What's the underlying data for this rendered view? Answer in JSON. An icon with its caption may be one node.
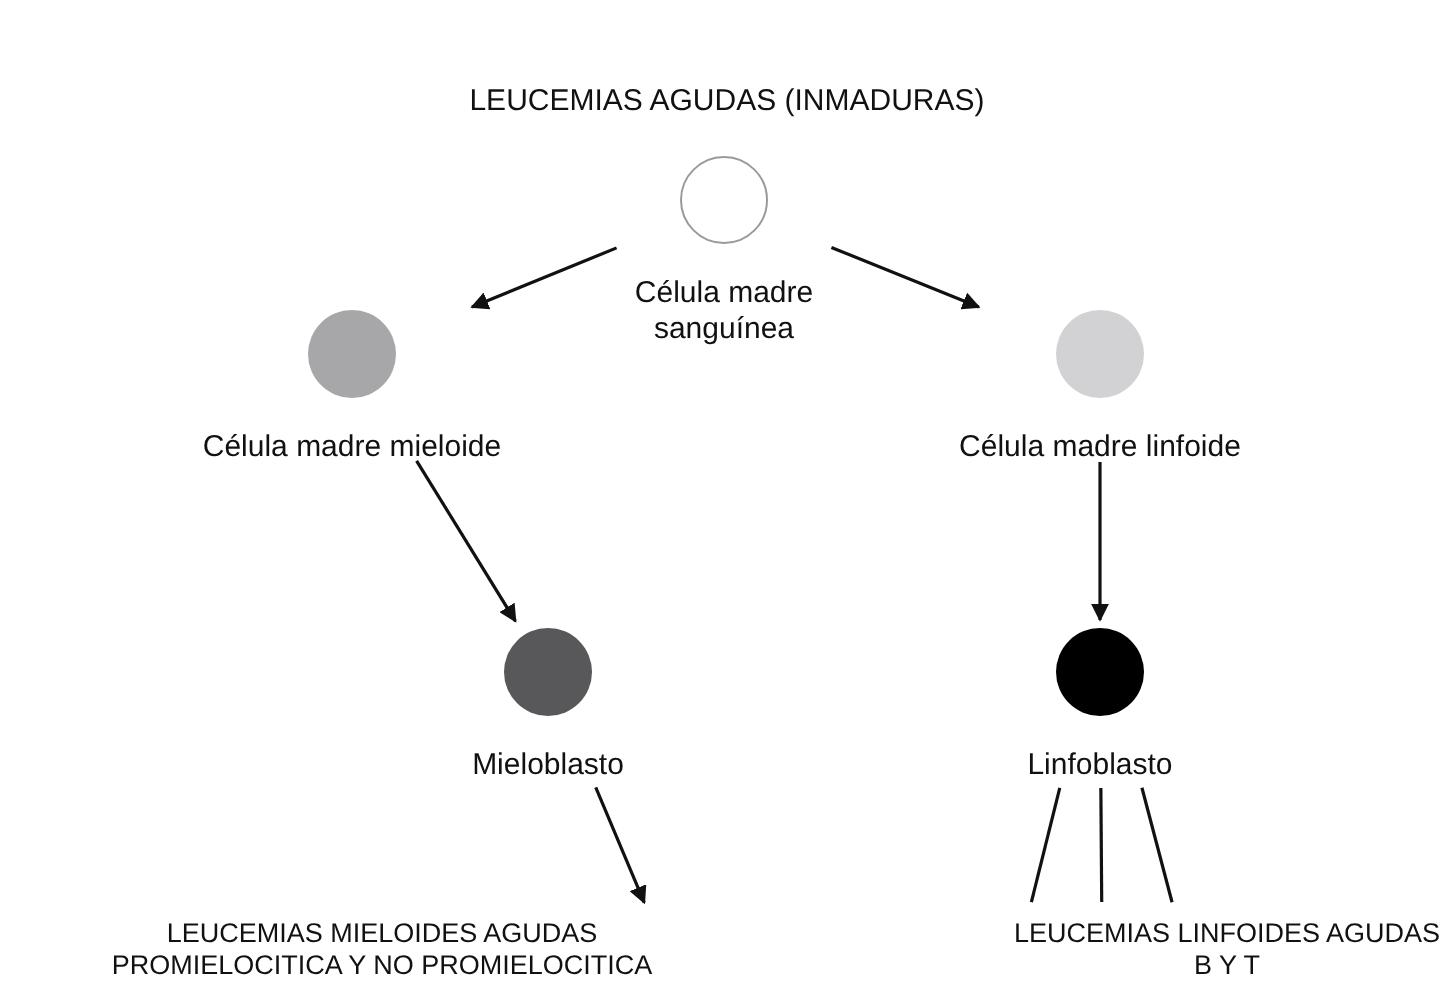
{
  "diagram": {
    "title": "LEUCEMIAS AGUDAS (INMADURAS)",
    "nodes": [
      {
        "text": [
          "Célula madre sanguínea"
        ]
      },
      {
        "text": [
          "Célula madre mieloide"
        ]
      },
      {
        "text": [
          "Célula madre linfoide"
        ]
      },
      {
        "text": [
          "Mieloblasto"
        ]
      },
      {
        "text": [
          "Linfoblasto"
        ]
      },
      {
        "text": [
          "LEUCEMIAS MIELOIDES AGUDAS PROMIELOCITICA Y NO PROMIELOCITICA"
        ]
      },
      {
        "text": [
          "LEUCEMIAS LINFOIDES AGUDAS B Y T"
        ]
      }
    ],
    "edges": [
      {
        "from": 0,
        "to": 1,
        "arrow": "to"
      },
      {
        "from": 0,
        "to": 2,
        "arrow": "to"
      },
      {
        "from": 1,
        "to": 3,
        "arrow": "to"
      },
      {
        "from": 2,
        "to": 4,
        "arrow": "to"
      },
      {
        "from": 3,
        "to": 5,
        "arrow": "to"
      },
      {
        "from": 4,
        "to": 6,
        "arrow": "none"
      },
      {
        "from": 4,
        "to": 6,
        "arrow": "none"
      },
      {
        "from": 4,
        "to": 6,
        "arrow": "none"
      }
    ]
  }
}
